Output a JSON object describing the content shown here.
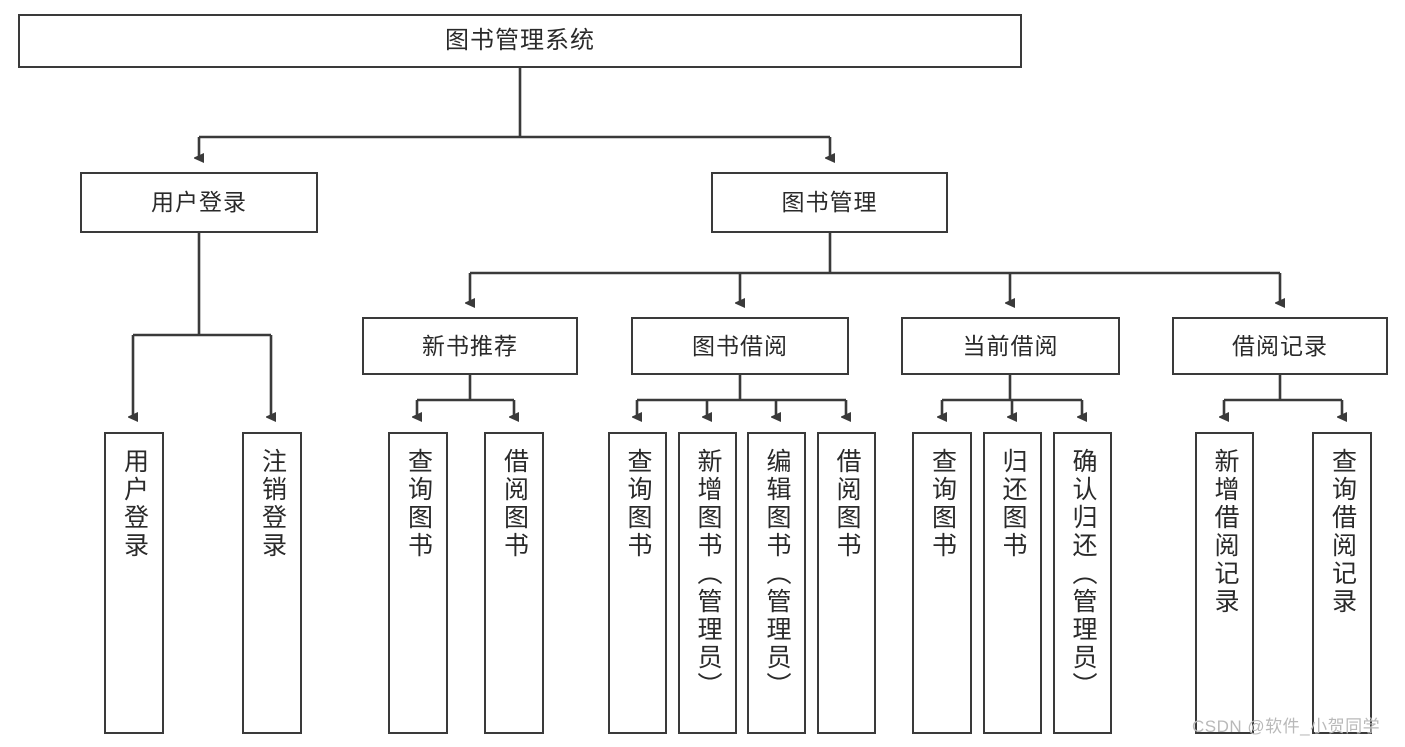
{
  "diagram": {
    "title": "图书管理系统",
    "type": "hierarchy-tree",
    "watermark": "CSDN @软件_小贺同学",
    "colors": {
      "box_border": "#3a3a3a",
      "box_fill": "#ffffff",
      "connector": "#3a3a3a",
      "text": "#2a2a2a",
      "watermark": "#b9b9b9"
    },
    "levels": {
      "level1": [
        {
          "id": "root",
          "label": "图书管理系统"
        }
      ],
      "level2": [
        {
          "id": "user-login",
          "label": "用户登录"
        },
        {
          "id": "book-manage",
          "label": "图书管理"
        }
      ],
      "level3": [
        {
          "id": "new-book-recommend",
          "label": "新书推荐"
        },
        {
          "id": "book-borrow",
          "label": "图书借阅"
        },
        {
          "id": "current-borrow",
          "label": "当前借阅"
        },
        {
          "id": "borrow-record",
          "label": "借阅记录"
        }
      ],
      "level4": [
        {
          "id": "leaf-user-login",
          "label": "用户登录",
          "parent": "user-login"
        },
        {
          "id": "leaf-logout",
          "label": "注销登录",
          "parent": "user-login"
        },
        {
          "id": "leaf-query-book-1",
          "label": "查询图书",
          "parent": "new-book-recommend"
        },
        {
          "id": "leaf-borrow-book-1",
          "label": "借阅图书",
          "parent": "new-book-recommend"
        },
        {
          "id": "leaf-query-book-2",
          "label": "查询图书",
          "parent": "book-borrow"
        },
        {
          "id": "leaf-add-book",
          "label": "新增图书（管理员）",
          "parent": "book-borrow"
        },
        {
          "id": "leaf-edit-book",
          "label": "编辑图书（管理员）",
          "parent": "book-borrow"
        },
        {
          "id": "leaf-borrow-book-2",
          "label": "借阅图书",
          "parent": "book-borrow"
        },
        {
          "id": "leaf-query-book-3",
          "label": "查询图书",
          "parent": "current-borrow"
        },
        {
          "id": "leaf-return-book",
          "label": "归还图书",
          "parent": "current-borrow"
        },
        {
          "id": "leaf-confirm-return",
          "label": "确认归还（管理员）",
          "parent": "current-borrow"
        },
        {
          "id": "leaf-add-record",
          "label": "新增借阅记录",
          "parent": "borrow-record"
        },
        {
          "id": "leaf-query-record",
          "label": "查询借阅记录",
          "parent": "borrow-record"
        }
      ]
    }
  }
}
